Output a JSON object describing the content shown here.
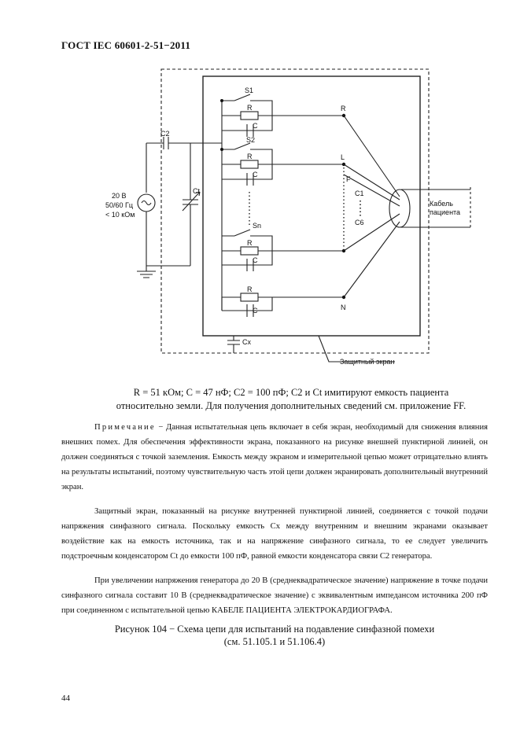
{
  "header": {
    "standard": "ГОСТ IEC 60601-2-51−2011"
  },
  "diagram": {
    "labels": {
      "s1": "S1",
      "s2": "S2",
      "sn": "Sn",
      "r": "R",
      "c": "C",
      "c2": "C2",
      "ct": "Ct",
      "cx": "Cx",
      "source_line1": "20 В",
      "source_line2": "50/60 Гц",
      "source_line3": "< 10 кОм",
      "term_r": "R",
      "term_l": "L",
      "term_f": "F",
      "term_n": "N",
      "term_c1": "C1",
      "term_c6": "C6",
      "cable_line1": "Кабель",
      "cable_line2": "пациента",
      "shield_label": "Защитный экран"
    }
  },
  "legend": {
    "line1": "R = 51 кОм; С = 47 нФ; С2 = 100 пФ; С2 и Ct имитируют емкость пациента",
    "line2": "относительно земли.  Для получения дополнительных сведений см. приложение FF."
  },
  "note": {
    "label": "Примечание",
    "p1": " − Данная испытательная цепь включает в себя экран, необходимый для снижения влияния   внешних помех. Для обеспечения эффективности экрана, показанного на рисунке внешней пунктирной линией, он должен соединяться с точкой заземления. Емкость между экраном и измерительной цепью может отрицательно влиять на результаты испытаний, поэтому чувствительную часть этой цепи должен экранировать дополнительный внутренний экран.",
    "p2": "Защитный экран, показанный на рисунке внутренней пунктирной линией, соединяется с точкой подачи напряжения синфазного сигнала. Поскольку емкость Сx между внутренним и внешним экранами оказывает воздействие как на емкость источника, так и на напряжение синфазного сигнала, то ее следует увеличить подстроечным конденсатором Ct до емкости 100 пФ, равной емкости конденсатора связи С2 генератора.",
    "p3": "При увеличении напряжения генератора до 20 В (среднеквадратическое значение) напряжение в точке подачи синфазного сигнала составит 10 В (среднеквадратическое значение) с эквивалентным импедансом источника 200 пФ при соединенном с испытательной цепью КАБЕЛЕ ПАЦИЕНТА ЭЛЕКТРОКАРДИОГРАФА."
  },
  "caption": {
    "line1": "Рисунок 104 − Схема цепи для испытаний на подавление синфазной помехи",
    "line2": "(см.  51.105.1 и 51.106.4)"
  },
  "page_number": "44"
}
